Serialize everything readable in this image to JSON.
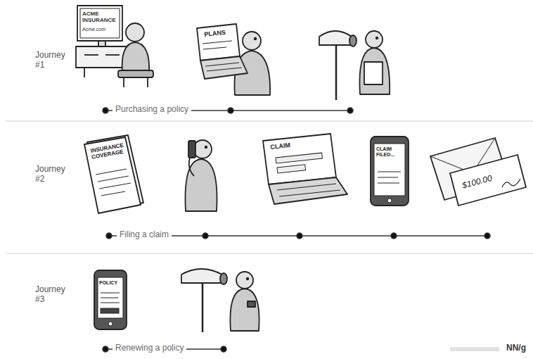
{
  "diagram": {
    "labels": [
      "Journey #1",
      "ACME INSURANCE",
      "Acme.com",
      "PLANS",
      "Purchasing a policy",
      "Journey #2",
      "INSURANCE COVERAGE",
      "CLAIM",
      "CLAIM FILED...",
      "$100.00",
      "Filing a claim",
      "Journey #3",
      "POLICY",
      "Renewing a policy",
      "NN/g"
    ]
  }
}
